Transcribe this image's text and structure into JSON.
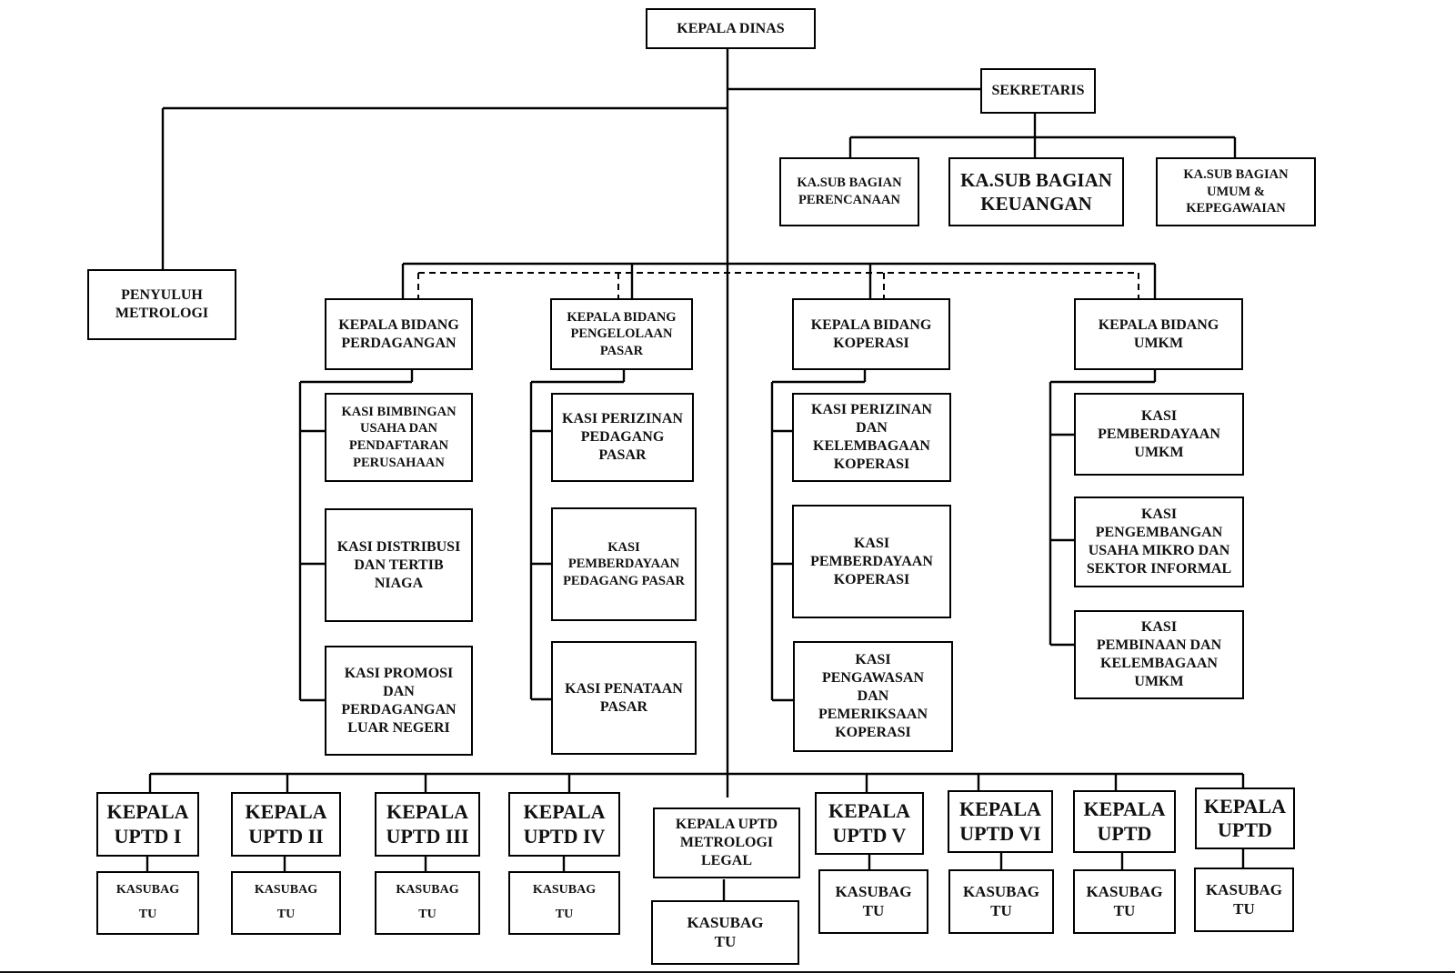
{
  "org": {
    "head": "KEPALA  DINAS",
    "secretary": "SEKRETARIS",
    "sub_perencanaan": "KA.SUB BAGIAN\nPERENCANAAN",
    "sub_keuangan": "KA.SUB BAGIAN\nKEUANGAN",
    "sub_umum": "KA.SUB BAGIAN\nUMUM &\nKEPEGAWAIAN",
    "penyuluh": "PENYULUH\nMETROLOGI",
    "bid_perdagangan": "KEPALA BIDANG\nPERDAGANGAN",
    "bid_pasar": "KEPALA BIDANG\nPENGELOLAAN\nPASAR",
    "bid_koperasi": "KEPALA BIDANG\nKOPERASI",
    "bid_umkm": "KEPALA BIDANG\nUMKM",
    "kasi_bimbingan": "KASI  BIMBINGAN\nUSAHA DAN\nPENDAFTARAN\nPERUSAHAAN",
    "kasi_distribusi": "KASI DISTRIBUSI\nDAN TERTIB\nNIAGA",
    "kasi_promosi": "KASI  PROMOSI\nDAN\nPERDAGANGAN\nLUAR NEGERI",
    "kasi_perizinan_pedagang": "KASI PERIZINAN\nPEDAGANG\nPASAR",
    "kasi_pemberdayaan_pedagang": "KASI\nPEMBERDAYAAN\nPEDAGANG PASAR",
    "kasi_penataan": "KASI PENATAAN\nPASAR",
    "kasi_perizinan_koperasi": "KASI  PERIZINAN\nDAN\nKELEMBAGAAN\nKOPERASI",
    "kasi_pemberdayaan_koperasi": "KASI\nPEMBERDAYAAN\nKOPERASI",
    "kasi_pengawasan": "KASI\nPENGAWASAN\nDAN\nPEMERIKSAAN\nKOPERASI",
    "kasi_pemberdayaan_umkm": "KASI\nPEMBERDAYAAN\nUMKM",
    "kasi_pengembangan": "KASI\nPENGEMBANGAN\nUSAHA MIKRO DAN\nSEKTOR INFORMAL",
    "kasi_pembinaan": "KASI\nPEMBINAAN DAN\nKELEMBAGAAN\nUMKM",
    "uptd_1": "KEPALA\nUPTD I",
    "uptd_2": "KEPALA\nUPTD II",
    "uptd_3": "KEPALA\nUPTD III",
    "uptd_4": "KEPALA\nUPTD IV",
    "uptd_metrologi": "KEPALA UPTD\nMETROLOGI\nLEGAL",
    "uptd_5": "KEPALA\nUPTD V",
    "uptd_6": "KEPALA\nUPTD VI",
    "uptd_7": "KEPALA\nUPTD",
    "uptd_8": "KEPALA\nUPTD",
    "kasubag_tu": "KASUBAG\nTU"
  }
}
